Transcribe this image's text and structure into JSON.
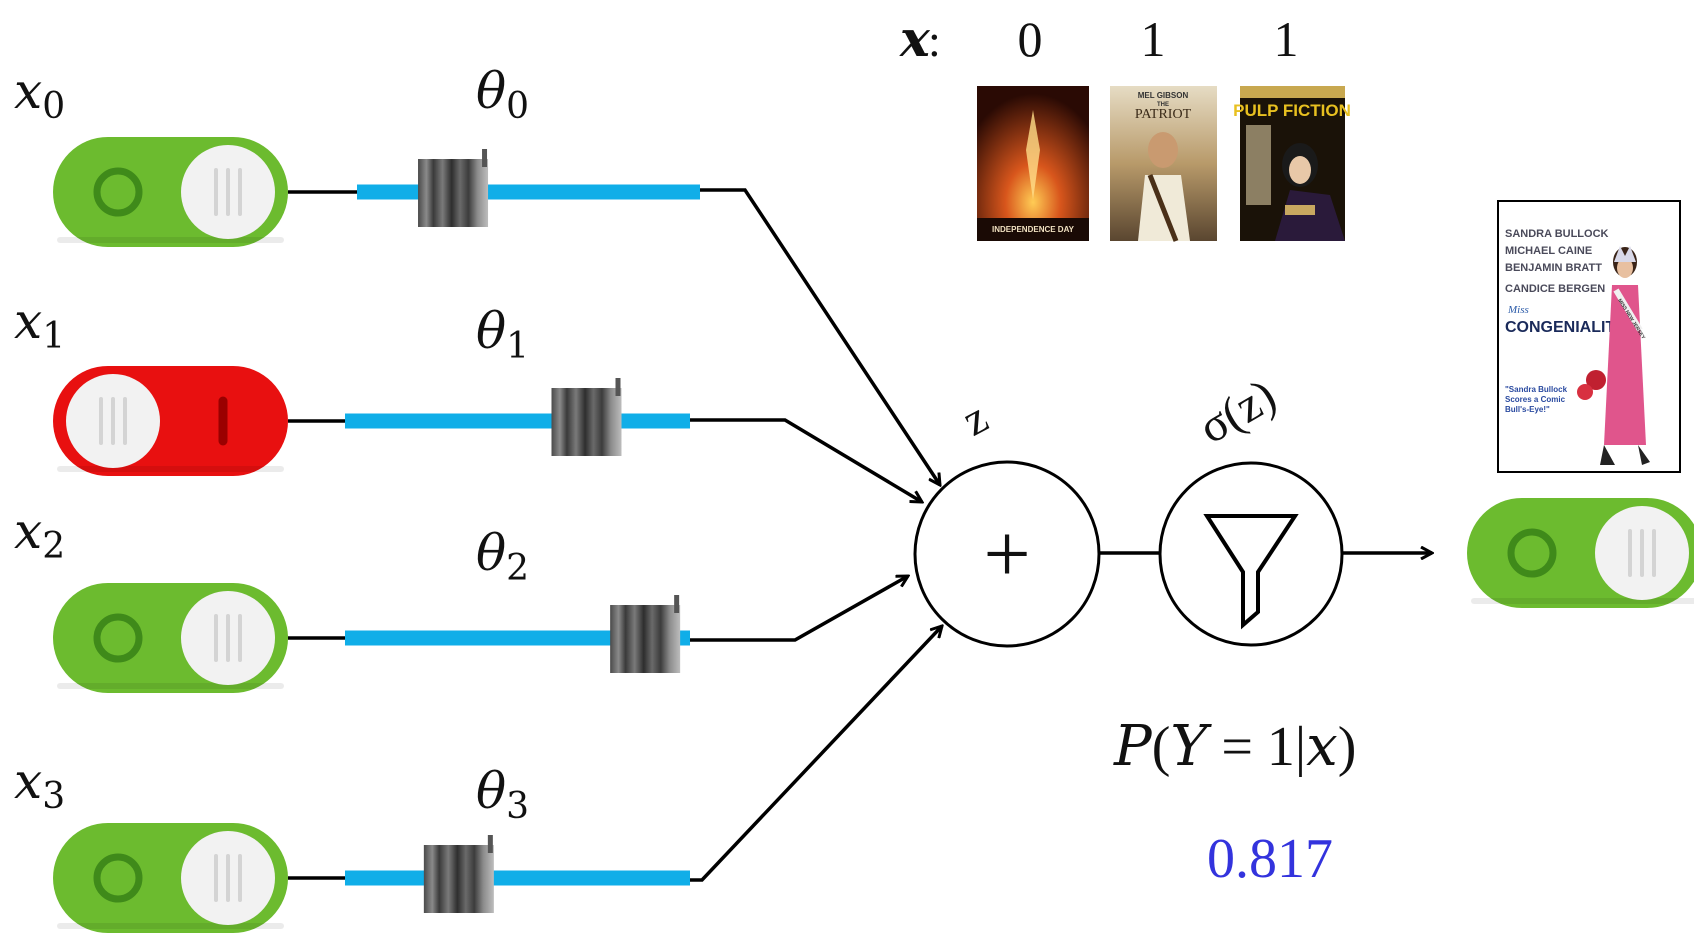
{
  "inputs": [
    {
      "var": "x",
      "sub": "0",
      "state": "on"
    },
    {
      "var": "x",
      "sub": "1",
      "state": "off"
    },
    {
      "var": "x",
      "sub": "2",
      "state": "on"
    },
    {
      "var": "x",
      "sub": "3",
      "state": "on"
    }
  ],
  "weights": [
    {
      "var": "θ",
      "sub": "0",
      "level": 0.28
    },
    {
      "var": "θ",
      "sub": "1",
      "level": 0.7
    },
    {
      "var": "θ",
      "sub": "2",
      "level": 0.87
    },
    {
      "var": "θ",
      "sub": "3",
      "level": 0.33
    }
  ],
  "x_vector": {
    "label": "x",
    "colon": ":",
    "values": [
      "0",
      "1",
      "1"
    ]
  },
  "posters": [
    {
      "name": "independence-day",
      "line1": "INDEPENDENCE DAY"
    },
    {
      "name": "the-patriot",
      "line1": "MEL GIBSON",
      "line2": "THE",
      "line3": "PATRIOT"
    },
    {
      "name": "pulp-fiction",
      "line1": "PULP FICTION"
    }
  ],
  "target_poster": {
    "cast": [
      "SANDRA BULLOCK",
      "MICHAEL CAINE",
      "BENJAMIN BRATT",
      "CANDICE BERGEN"
    ],
    "miss": "Miss",
    "title": "CONGENIALITY",
    "quote": [
      "\"Sandra Bullock",
      "Scores a Comic",
      "Bull's-Eye!\""
    ],
    "sash": "MISS NEW JERSEY"
  },
  "sum_node": {
    "label": "z",
    "symbol": "+"
  },
  "sigmoid_node": {
    "label": "σ(z)"
  },
  "output": {
    "formula_P": "P",
    "formula_open": "(",
    "formula_Y": "Y",
    "formula_eq": " = 1|",
    "formula_x": "x",
    "formula_close": ")",
    "value": "0.817",
    "value_color": "#3333dd",
    "state": "on"
  },
  "colors": {
    "switch_on": "#6cbb2f",
    "switch_off": "#e81010",
    "slider_track": "#10aee8",
    "knob": "#f2f2f2"
  }
}
